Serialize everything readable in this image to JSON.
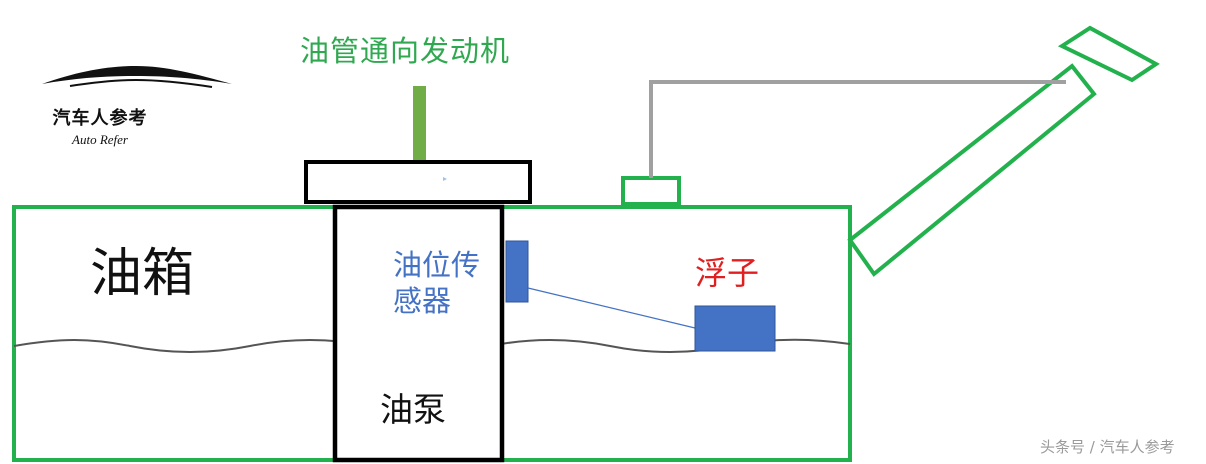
{
  "diagram": {
    "title": "油管通向发动机",
    "tank_label": "油箱",
    "sensor_label": "油位传感器",
    "float_label": "浮子",
    "pump_label": "油泵",
    "watermark": "头条号 / 汽车人参考"
  },
  "logo": {
    "name_cn": "汽车人参考",
    "name_en": "Auto Refer"
  },
  "colors": {
    "tank_outline": "#22b14c",
    "fuel_line": "#70ad47",
    "sensor": "#4472c4",
    "float_text": "#e02020",
    "title_text": "#2fa84f",
    "pump_outline": "#000000",
    "rod": "#a0a0a0",
    "fuel_surface": "#555555"
  }
}
